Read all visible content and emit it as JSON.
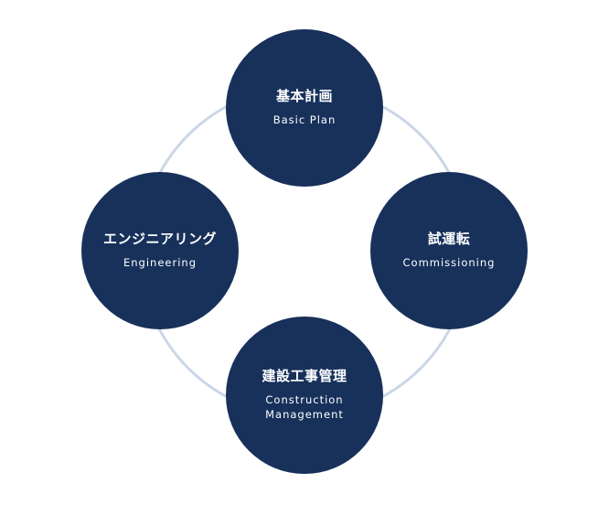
{
  "diagram": {
    "ring_color": "#cbd6e6",
    "node_color": "#17315b",
    "nodes": [
      {
        "id": "top",
        "jp": "基本計画",
        "en": "Basic Plan"
      },
      {
        "id": "right",
        "jp": "試運転",
        "en": "Commissioning"
      },
      {
        "id": "bottom",
        "jp": "建設工事管理",
        "en": "Construction\nManagement"
      },
      {
        "id": "left",
        "jp": "エンジニアリング",
        "en": "Engineering"
      }
    ]
  }
}
